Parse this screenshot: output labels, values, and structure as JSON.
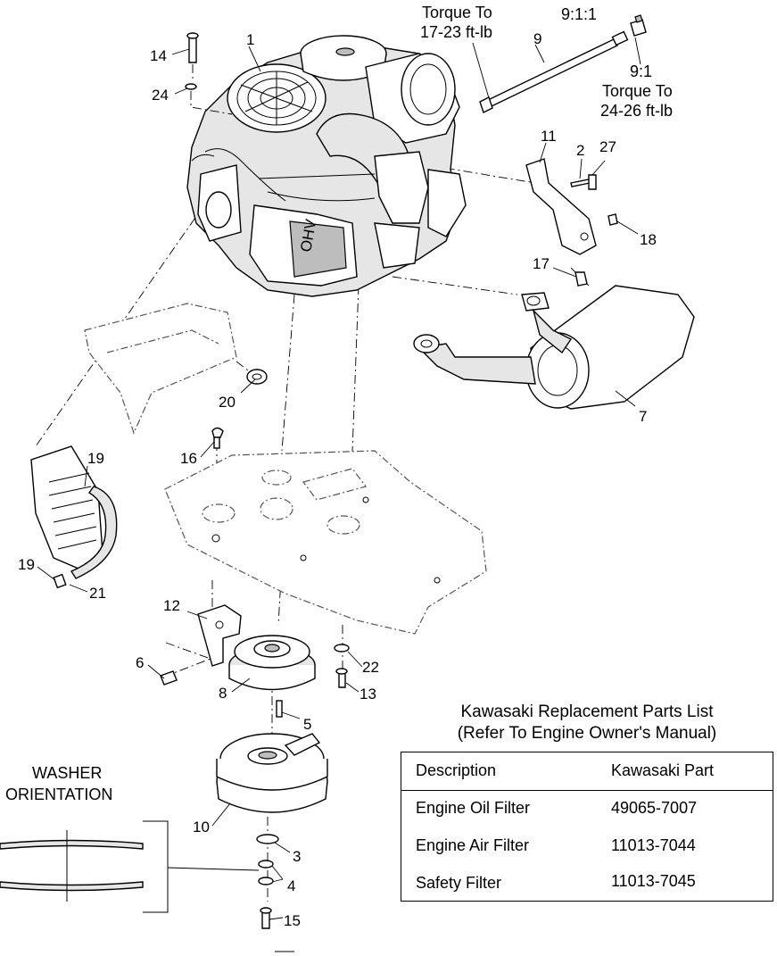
{
  "callouts": [
    {
      "id": "c1",
      "text": "1"
    },
    {
      "id": "c2",
      "text": "2"
    },
    {
      "id": "c3",
      "text": "3"
    },
    {
      "id": "c4",
      "text": "4"
    },
    {
      "id": "c5",
      "text": "5"
    },
    {
      "id": "c6",
      "text": "6"
    },
    {
      "id": "c7",
      "text": "7"
    },
    {
      "id": "c8",
      "text": "8"
    },
    {
      "id": "c9",
      "text": "9"
    },
    {
      "id": "c10",
      "text": "10"
    },
    {
      "id": "c11",
      "text": "11"
    },
    {
      "id": "c12",
      "text": "12"
    },
    {
      "id": "c13",
      "text": "13"
    },
    {
      "id": "c14",
      "text": "14"
    },
    {
      "id": "c15",
      "text": "15"
    },
    {
      "id": "c16",
      "text": "16"
    },
    {
      "id": "c17",
      "text": "17"
    },
    {
      "id": "c18",
      "text": "18"
    },
    {
      "id": "c19a",
      "text": "19"
    },
    {
      "id": "c19b",
      "text": "19"
    },
    {
      "id": "c20",
      "text": "20"
    },
    {
      "id": "c21",
      "text": "21"
    },
    {
      "id": "c22",
      "text": "22"
    },
    {
      "id": "c24",
      "text": "24"
    },
    {
      "id": "c27",
      "text": "27"
    }
  ],
  "notes": {
    "torque_top_line1": "Torque To",
    "torque_top_line2": "17-23 ft-lb",
    "ratio_top": "9:1:1",
    "ratio_mid": "9:1",
    "torque_right_line1": "Torque To",
    "torque_right_line2": "24-26 ft-lb",
    "washer_line1": "WASHER",
    "washer_line2": "ORIENTATION"
  },
  "engine_decal": "OHV",
  "parts_list": {
    "title_line1": "Kawasaki Replacement Parts List",
    "title_line2": "(Refer To Engine Owner's Manual)",
    "headers": [
      "Description",
      "Kawasaki Part"
    ],
    "rows": [
      [
        "Engine Oil Filter",
        "49065-7007"
      ],
      [
        "Engine Air Filter",
        "11013-7044"
      ],
      [
        "Safety Filter",
        "11013-7045"
      ]
    ]
  }
}
